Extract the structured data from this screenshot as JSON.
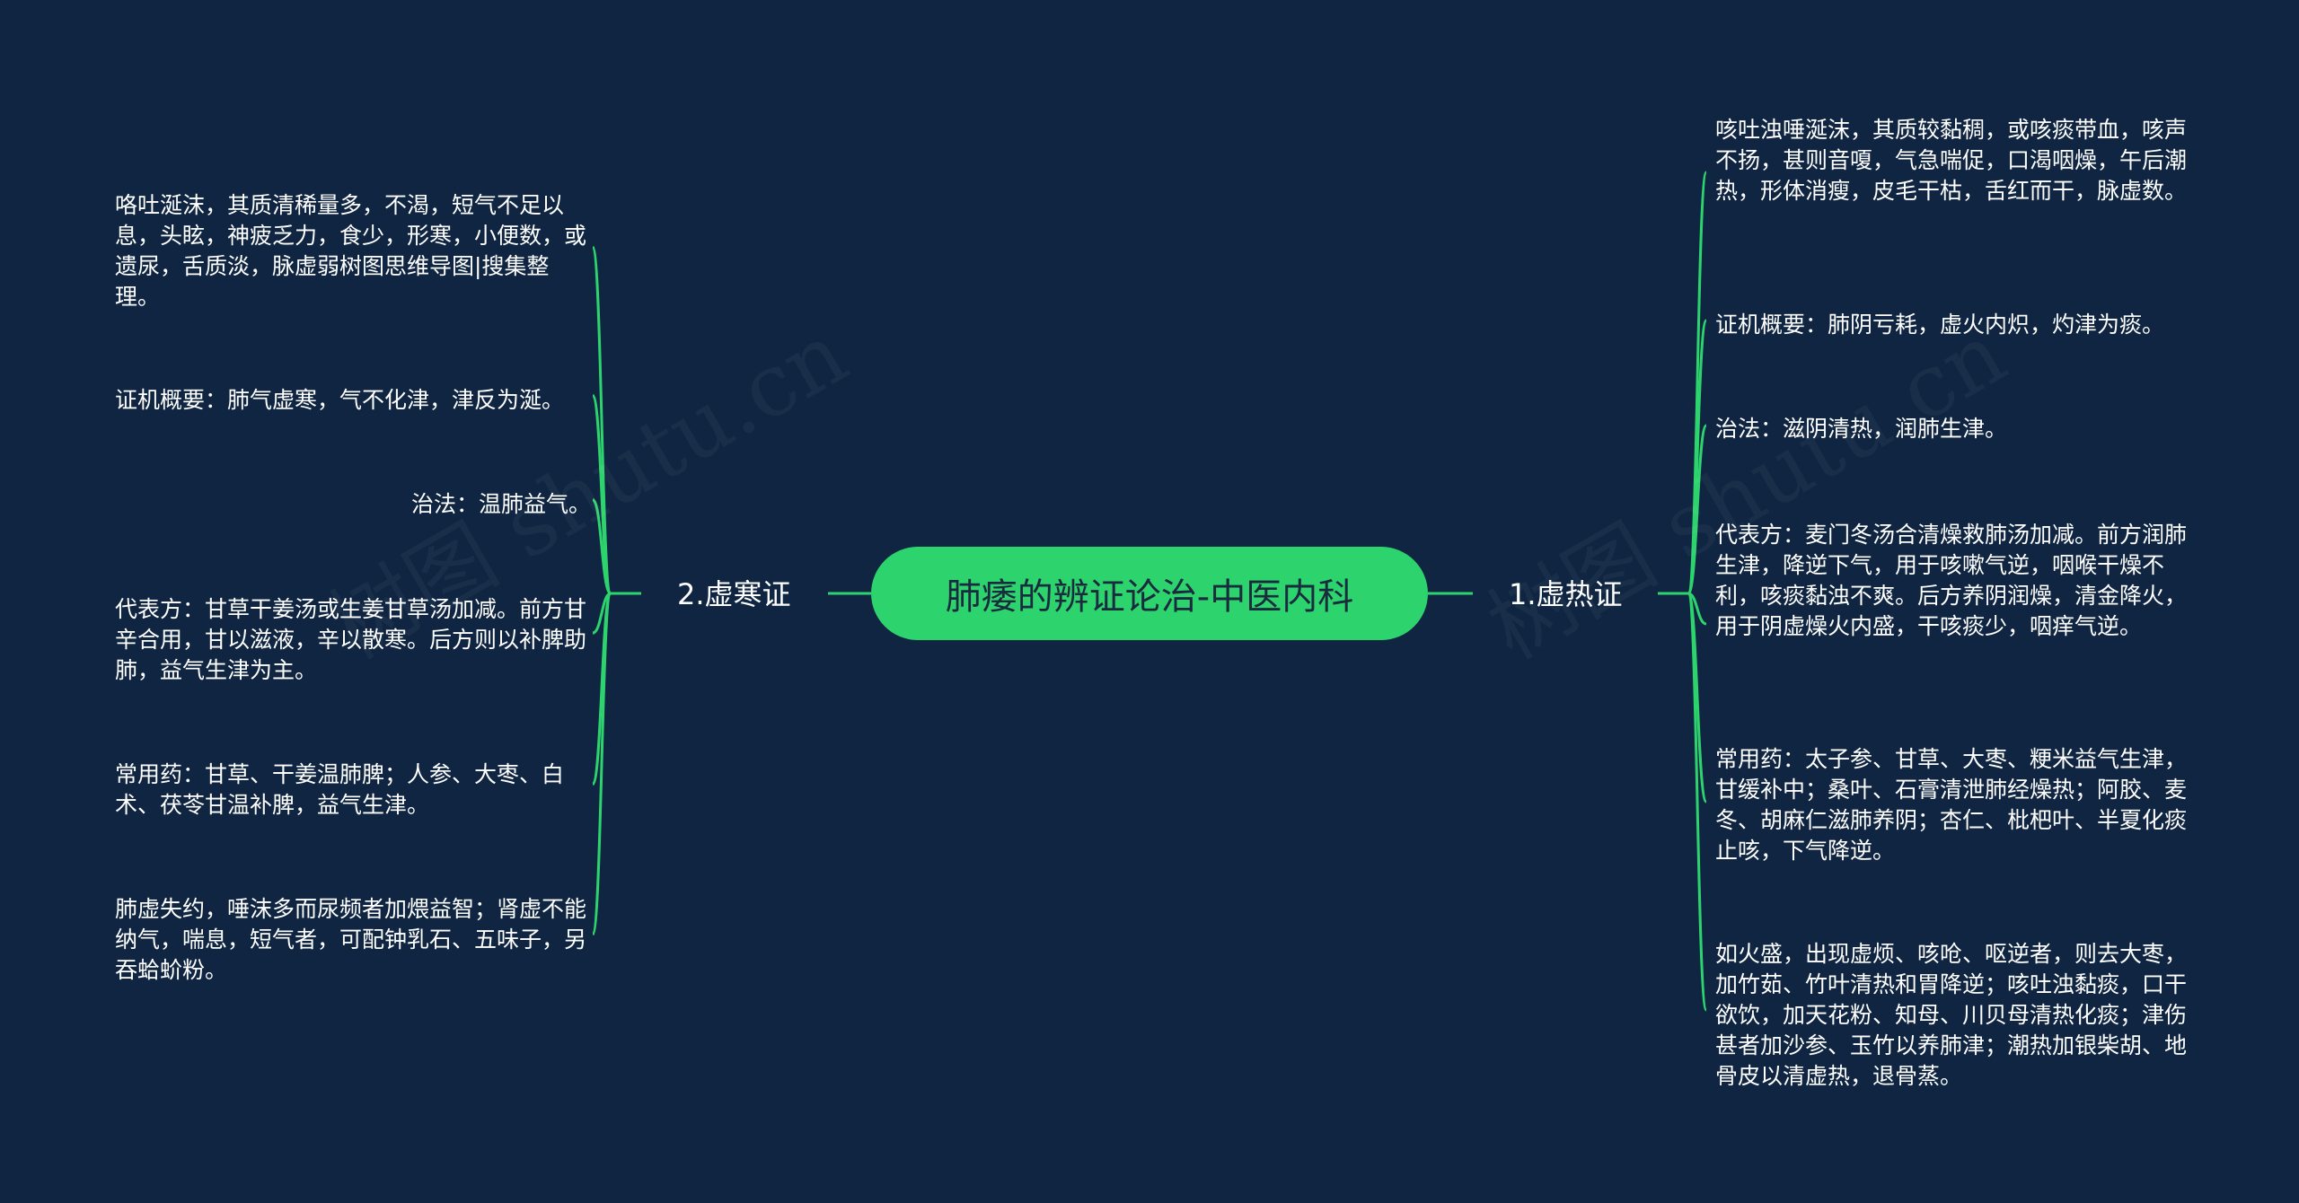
{
  "root": {
    "label": "肺痿的辨证论治-中医内科"
  },
  "branches": [
    {
      "label": "1.虚热证",
      "children": [
        "咳吐浊唾涎沫，其质较黏稠，或咳痰带血，咳声不扬，甚则音嗄，气急喘促，口渴咽燥，午后潮热，形体消瘦，皮毛干枯，舌红而干，脉虚数。",
        "证机概要：肺阴亏耗，虚火内炽，灼津为痰。",
        "治法：滋阴清热，润肺生津。",
        "代表方：麦门冬汤合清燥救肺汤加减。前方润肺生津，降逆下气，用于咳嗽气逆，咽喉干燥不利，咳痰黏浊不爽。后方养阴润燥，清金降火，用于阴虚燥火内盛，干咳痰少，咽痒气逆。",
        "常用药：太子参、甘草、大枣、粳米益气生津，甘缓补中；桑叶、石膏清泄肺经燥热；阿胶、麦冬、胡麻仁滋肺养阴；杏仁、枇杷叶、半夏化痰止咳，下气降逆。",
        "如火盛，出现虚烦、咳呛、呕逆者，则去大枣，加竹茹、竹叶清热和胃降逆；咳吐浊黏痰，口干欲饮，加天花粉、知母、川贝母清热化痰；津伤甚者加沙参、玉竹以养肺津；潮热加银柴胡、地骨皮以清虚热，退骨蒸。"
      ]
    },
    {
      "label": "2.虚寒证",
      "children": [
        "咯吐涎沫，其质清稀量多，不渴，短气不足以息，头眩，神疲乏力，食少，形寒，小便数，或遗尿，舌质淡，脉虚弱树图思维导图|搜集整理。",
        "证机概要：肺气虚寒，气不化津，津反为涎。",
        "治法：温肺益气。",
        "代表方：甘草干姜汤或生姜甘草汤加减。前方甘辛合用，甘以滋液，辛以散寒。后方则以补脾助肺，益气生津为主。",
        "常用药：甘草、干姜温肺脾；人参、大枣、白术、茯苓甘温补脾，益气生津。",
        "肺虚失约，唾沫多而尿频者加煨益智；肾虚不能纳气，喘息，短气者，可配钟乳石、五味子，另吞蛤蚧粉。"
      ]
    }
  ],
  "watermark": "树图 shutu.cn",
  "colors": {
    "background": "#0f2541",
    "accent": "#2dd46d",
    "line": "#2dd46d",
    "text": "#ffffff"
  }
}
